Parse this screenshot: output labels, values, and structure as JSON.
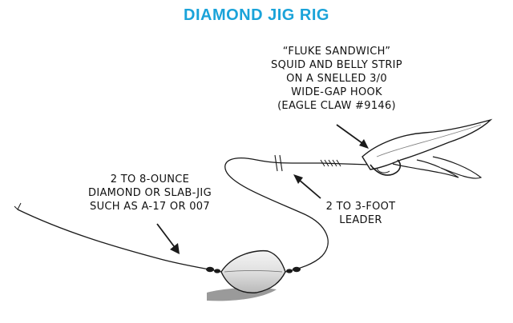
{
  "title": "DIAMOND JIG RIG",
  "colors": {
    "title": "#1aa3d9",
    "ink": "#1a1a1a",
    "jig_light": "#f4f4f4",
    "jig_mid": "#b9b9b9",
    "shadow": "#9a9a9a"
  },
  "labels": {
    "bait": [
      "“FLUKE SANDWICH”",
      "SQUID AND BELLY STRIP",
      "ON A SNELLED 3/0",
      "WIDE-GAP HOOK",
      "(EAGLE CLAW #9146)"
    ],
    "jig": [
      "2 TO 8-OUNCE",
      "DIAMOND OR SLAB-JIG",
      "SUCH AS A-17 OR 007"
    ],
    "leader": [
      "2 TO 3-FOOT",
      "LEADER"
    ]
  },
  "icons": {
    "jig": "diamond-jig-icon",
    "bait": "squid-bait-icon",
    "swivel": "swivel-icon",
    "arrow": "arrow-icon"
  }
}
